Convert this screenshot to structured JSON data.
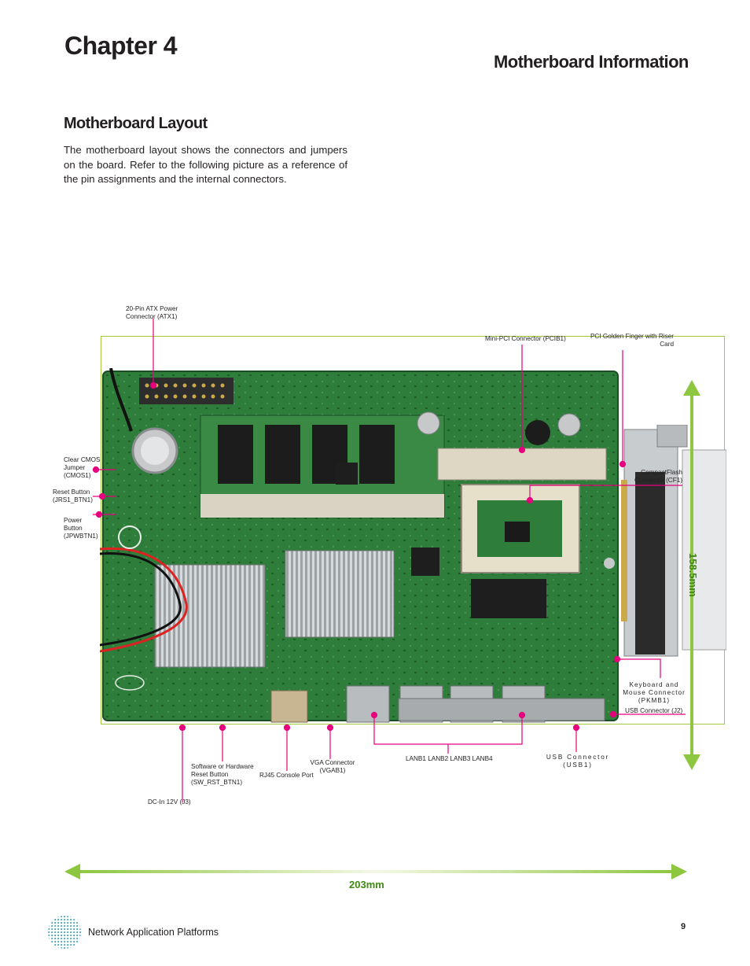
{
  "header": {
    "chapter": "Chapter 4",
    "section": "Motherboard Information"
  },
  "content": {
    "subtitle": "Motherboard Layout",
    "intro": "The motherboard layout shows the connectors and jumpers on the board. Refer to the following picture as a reference of the pin assignments and the internal connectors."
  },
  "labels": {
    "atx": "20-Pin ATX Power Connector (ATX1)",
    "minipci": "Mini-PCI Connector (PCIB1)",
    "pcigolden": "PCI Golden Finger with Riser Card",
    "cmos": "Clear CMOS Jumper (CMOS1)",
    "reset": "Reset Button (JRS1_BTN1)",
    "power": "Power Button (JPWBTN1)",
    "cf": "CompactFlash Connector (CF1)",
    "keyboard": "Keyboard and Mouse Connector (PKMB1)",
    "usb_j2": "USB Connector (J2)",
    "sw_reset": "Software or Hardware Reset Button (SW_RST_BTN1)",
    "rj45": "RJ45 Console Port",
    "vga": "VGA Connector (VGAB1)",
    "lan": "LANB1 LANB2 LANB3 LANB4",
    "usb1": "USB Connector (USB1)",
    "dcin": "DC-In 12V (J3)"
  },
  "dimensions": {
    "width": "203mm",
    "height": "158.5mm"
  },
  "footer": {
    "brand": "Network Application Platforms",
    "page": "9"
  },
  "colors": {
    "accent": "#e6007e",
    "dimension": "#8dc63f",
    "pcb": "#2f7d3a",
    "frame": "#a5c93c"
  }
}
